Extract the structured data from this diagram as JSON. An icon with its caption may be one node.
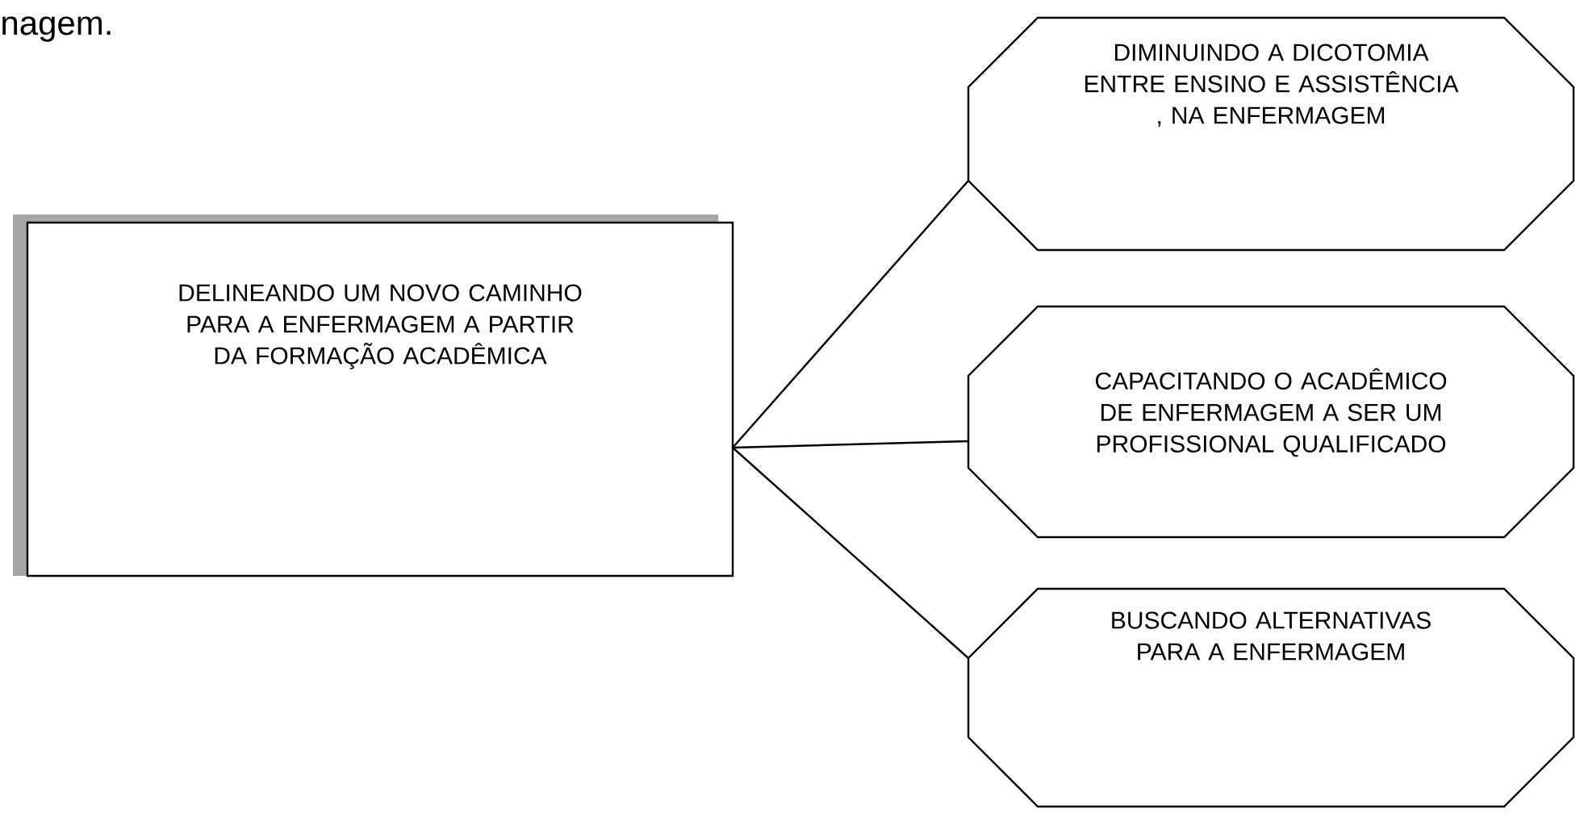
{
  "diagram": {
    "nodes": [
      {
        "text": [
          "DELINEANDO UM NOVO CAMINHO PARA  A ENFERMAGEM A PARTIR DA FORMAÇÃO ACADÊMICA"
        ]
      },
      {
        "text": [
          "DIMINUINDO A DICOTOMIA ENTRE ENSINO E ASSISTÊNCIA , NA ENFERMAGEM"
        ]
      },
      {
        "text": [
          "CAPACITANDO O ACADÊMICO DE ENFERMAGEM A SER UM PROFISSIONAL QUALIFICADO"
        ]
      },
      {
        "text": [
          "BUSCANDO ALTERNATIVAS PARA A ENFERMAGEM"
        ]
      }
    ],
    "edges": [
      {
        "from": 0,
        "to": 1,
        "arrow": "none"
      },
      {
        "from": 0,
        "to": 2,
        "arrow": "none"
      },
      {
        "from": 0,
        "to": 3,
        "arrow": "none"
      }
    ],
    "labels": [
      "nagem."
    ]
  }
}
